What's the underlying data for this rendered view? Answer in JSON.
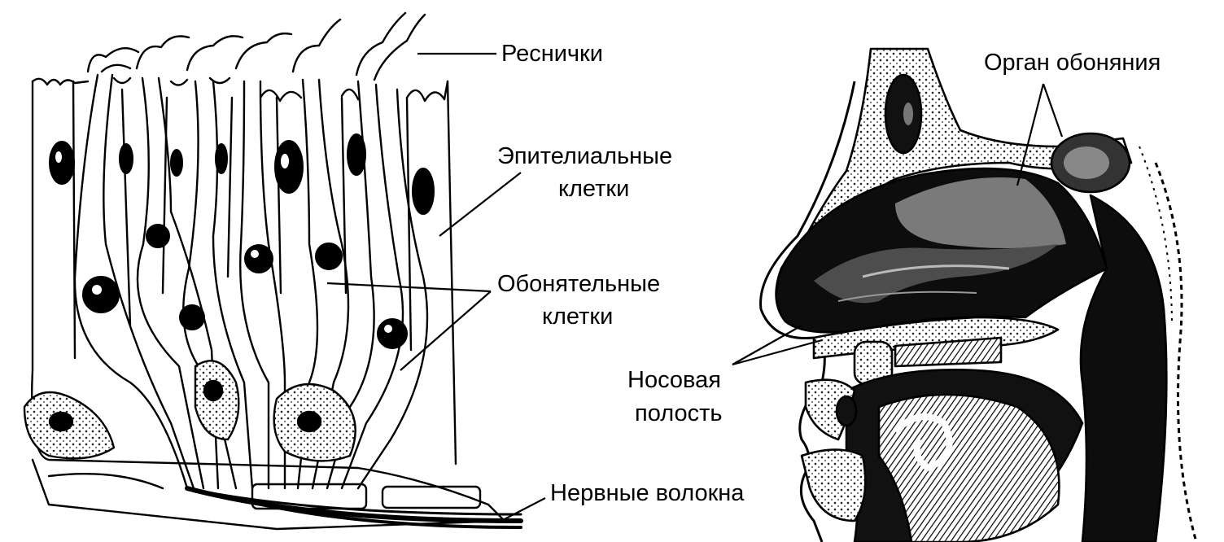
{
  "labels": {
    "cilia": "Реснички",
    "epithelial_line1": "Эпителиальные",
    "epithelial_line2": "клетки",
    "olfactory_line1": "Обонятельные",
    "olfactory_line2": "клетки",
    "nerve_fibers": "Нервные волокна",
    "olfactory_organ": "Орган обоняния",
    "nasal_line1": "Носовая",
    "nasal_line2": "полость"
  },
  "colors": {
    "ink": "#000000",
    "paper": "#ffffff",
    "shade": "#8a8a8a",
    "dark_shade": "#3a3a3a"
  }
}
